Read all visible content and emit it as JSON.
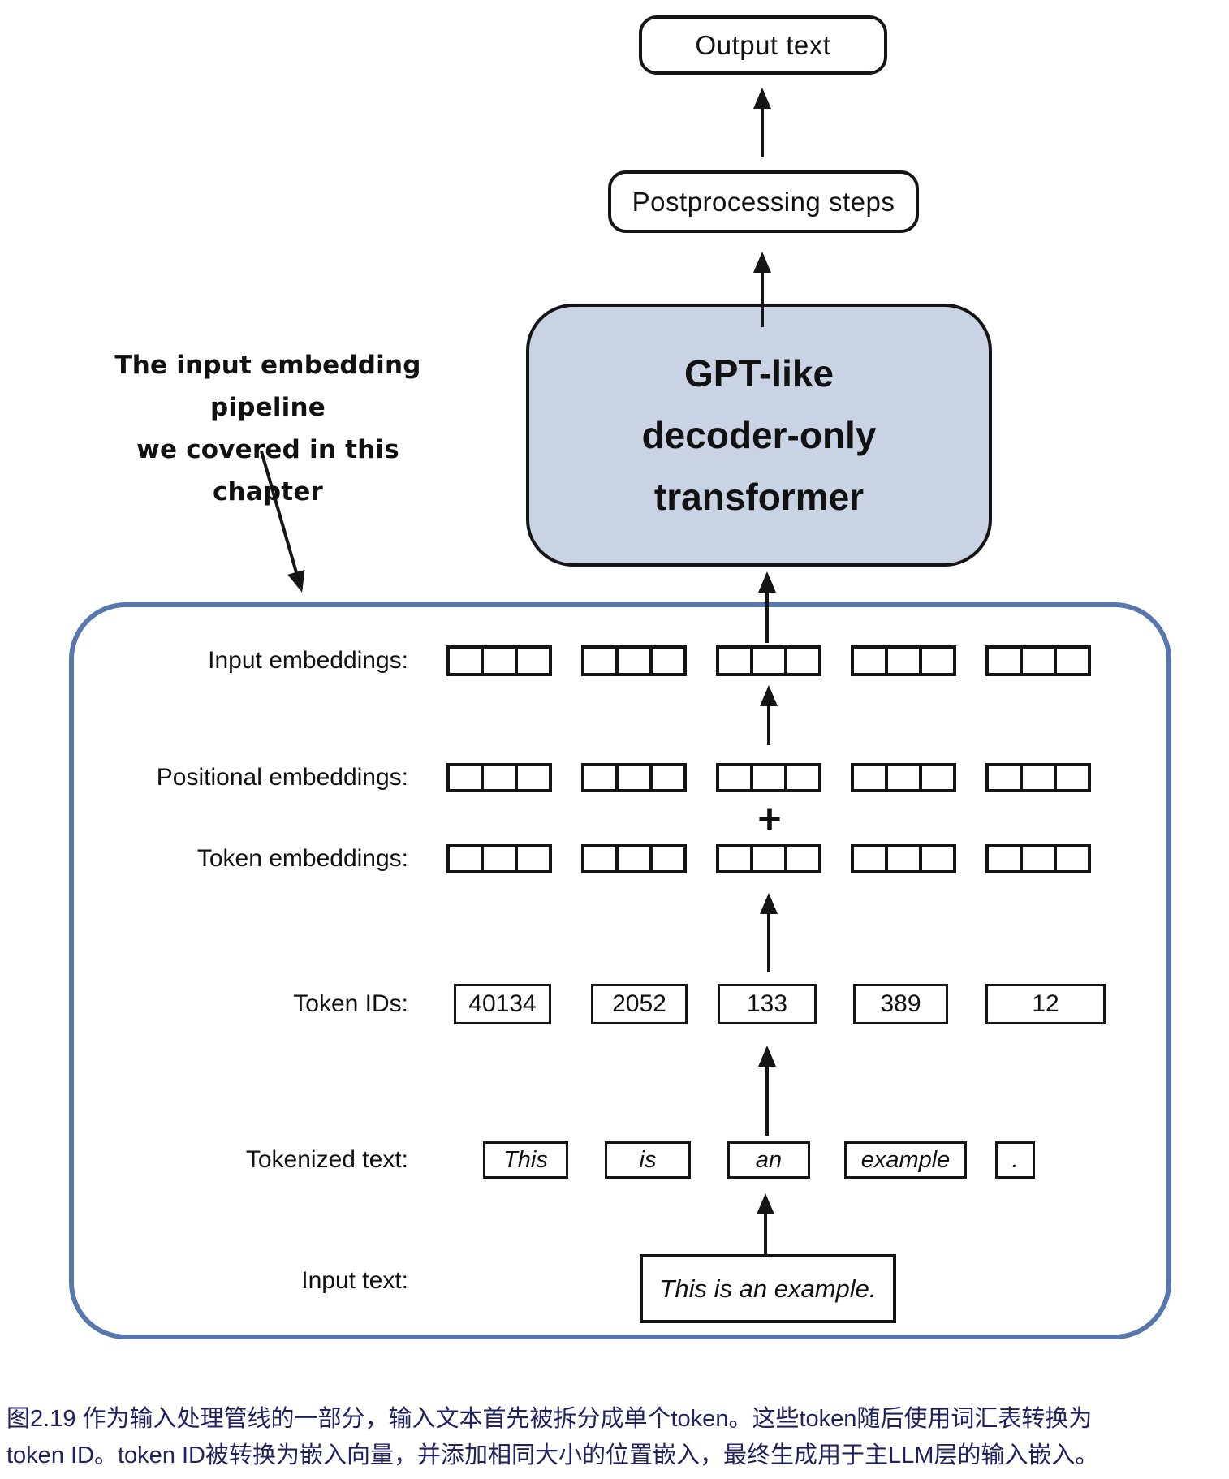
{
  "flow": {
    "output_text": "Output text",
    "postprocessing": "Postprocessing steps",
    "transformer_lines": [
      "GPT-like",
      "decoder-only",
      "transformer"
    ]
  },
  "annotation": {
    "line1": "The input embedding pipeline",
    "line2": "we covered in this chapter"
  },
  "pipeline": {
    "embedding_groups": 5,
    "cells_per_group": 3,
    "plus_sign": "+",
    "rows": [
      {
        "id": "input_embeddings",
        "label": "Input embeddings:"
      },
      {
        "id": "positional_embeddings",
        "label": "Positional embeddings:"
      },
      {
        "id": "token_embeddings",
        "label": "Token embeddings:"
      },
      {
        "id": "token_ids",
        "label": "Token IDs:",
        "values": [
          "40134",
          "2052",
          "133",
          "389",
          "12"
        ]
      },
      {
        "id": "tokenized_text",
        "label": "Tokenized text:",
        "values": [
          "This",
          "is",
          "an",
          "example",
          "."
        ]
      },
      {
        "id": "input_text",
        "label": "Input text:",
        "value": "This is an example."
      }
    ]
  },
  "caption": {
    "line1": "图2.19 作为输入处理管线的一部分，输入文本首先被拆分成单个token。这些token随后使用词汇表转换为",
    "line2": "token ID。token ID被转换为嵌入向量，并添加相同大小的位置嵌入，最终生成用于主LLM层的输入嵌入。"
  },
  "colors": {
    "transformer_fill": "#c9d3e3",
    "pipeline_border": "#5878ad",
    "caption_text": "#212160",
    "line_color": "#151515"
  }
}
